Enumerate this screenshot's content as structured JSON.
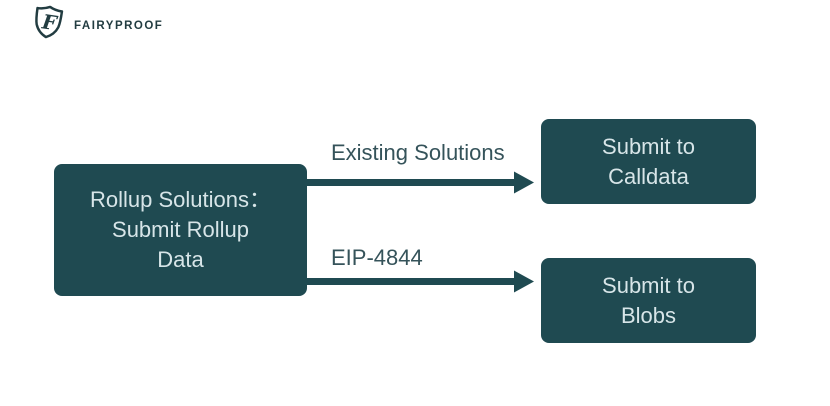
{
  "header": {
    "logo": {
      "brand": "FAIRYPROOF",
      "icon": "shield-f-icon"
    }
  },
  "diagram": {
    "source_node": {
      "line1": "Rollup Solutions：",
      "line2": "Submit Rollup",
      "line3": "Data"
    },
    "edges": [
      {
        "label": "Existing Solutions",
        "from": "Rollup Solutions: Submit Rollup Data",
        "to": "Submit to Calldata"
      },
      {
        "label": "EIP-4844",
        "from": "Rollup Solutions: Submit Rollup Data",
        "to": "Submit to Blobs"
      }
    ],
    "target_nodes": [
      {
        "line1": "Submit to",
        "line2": "Calldata"
      },
      {
        "line1": "Submit to",
        "line2": "Blobs"
      }
    ],
    "colors": {
      "node_fill": "#1f4a51",
      "node_text": "#d7e5e8",
      "arrow": "#1f4a51",
      "edge_label_text": "#35535a",
      "logo": "#223c41",
      "background": "#ffffff"
    }
  }
}
